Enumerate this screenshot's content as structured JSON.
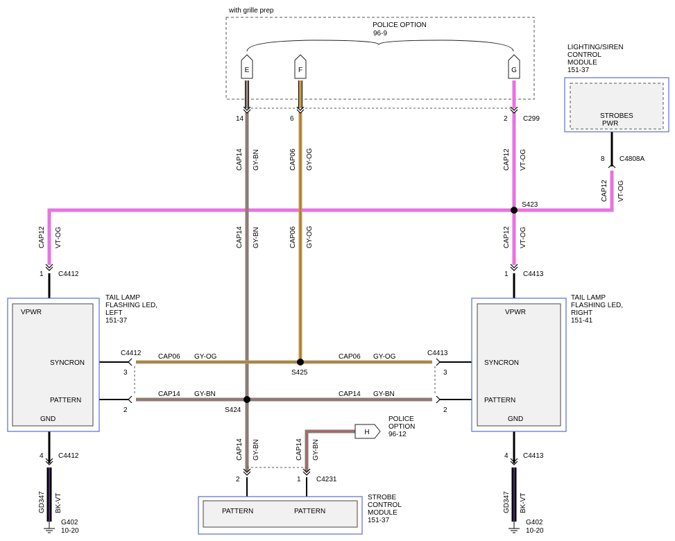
{
  "grille": {
    "note": "with grille prep",
    "option_title": "POLICE OPTION",
    "option_code": "96-9",
    "pins": [
      "E",
      "F",
      "G"
    ]
  },
  "lighting_module": {
    "title": [
      "LIGHTING/SIREN",
      "CONTROL",
      "MODULE"
    ],
    "code": "151-37",
    "pin_label": [
      "STROBES",
      "PWR"
    ]
  },
  "left_lamp": {
    "title": [
      "TAIL LAMP",
      "FLASHING LED,",
      "LEFT"
    ],
    "code": "151-37",
    "pins": {
      "vpwr": "VPWR",
      "syncron": "SYNCRON",
      "pattern": "PATTERN",
      "gnd": "GND"
    }
  },
  "right_lamp": {
    "title": [
      "TAIL LAMP",
      "FLASHING LED,",
      "RIGHT"
    ],
    "code": "151-41",
    "pins": {
      "vpwr": "VPWR",
      "syncron": "SYNCRON",
      "pattern": "PATTERN",
      "gnd": "GND"
    }
  },
  "strobe_module": {
    "title": [
      "STROBE",
      "CONTROL",
      "MODULE"
    ],
    "code": "151-37",
    "pins": [
      "PATTERN",
      "PATTERN"
    ]
  },
  "police_option_h": {
    "pin": "H",
    "title": [
      "POLICE",
      "OPTION"
    ],
    "code": "96-12"
  },
  "connectors": {
    "c299": "C299",
    "c4808a": "C4808A",
    "c4412": "C4412",
    "c4413": "C4413",
    "c4231": "C4231"
  },
  "pins": {
    "p14": "14",
    "p6": "6",
    "p2": "2",
    "p8": "8",
    "p1": "1",
    "p3": "3",
    "p4": "4"
  },
  "splices": {
    "s423": "S423",
    "s425": "S425",
    "s424": "S424"
  },
  "circuits": {
    "cap14": "CAP14",
    "cap06": "CAP06",
    "cap12": "CAP12",
    "gd347": "GD347",
    "gy_bn": "GY-BN",
    "gy_og": "GY-OG",
    "vt_og": "VT-OG",
    "bk_vt": "BK-VT"
  },
  "grounds": {
    "name": "G402",
    "ref": "10-20"
  },
  "colors": {
    "violet": "#e873e1",
    "grey_brown": "#8c7b76",
    "grey_orange": "#c39a4a",
    "box_border": "#5b6bd0",
    "box_fill": "#f1f1f1"
  }
}
